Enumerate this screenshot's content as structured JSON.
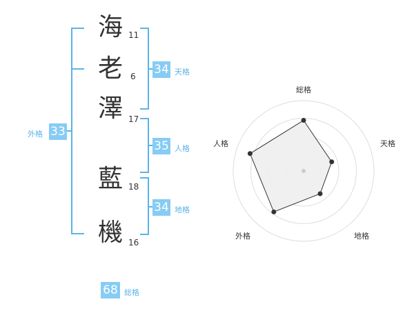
{
  "name": {
    "chars": [
      {
        "char": "海",
        "strokes": "11"
      },
      {
        "char": "老",
        "strokes": "6"
      },
      {
        "char": "澤",
        "strokes": "17"
      },
      {
        "char": "藍",
        "strokes": "18"
      },
      {
        "char": "機",
        "strokes": "16"
      }
    ]
  },
  "fortune": {
    "tenkaku": {
      "value": "34",
      "label": "天格"
    },
    "jinkaku": {
      "value": "35",
      "label": "人格"
    },
    "chikaku": {
      "value": "34",
      "label": "地格"
    },
    "gaikaku": {
      "value": "33",
      "label": "外格"
    },
    "soukaku": {
      "value": "68",
      "label": "総格"
    }
  },
  "colors": {
    "bracket": "#5ab3e8",
    "badge": "#86ccf4",
    "badge_text": "#ffffff",
    "text": "#333333",
    "radar_fill": "#eeeeee",
    "grid": "#dddddd"
  },
  "chart_data": {
    "type": "radar",
    "axes": [
      "総格",
      "天格",
      "地格",
      "外格",
      "人格"
    ],
    "values": [
      0.72,
      0.42,
      0.4,
      0.72,
      0.8
    ],
    "range": [
      0,
      1
    ],
    "rings": 4
  }
}
